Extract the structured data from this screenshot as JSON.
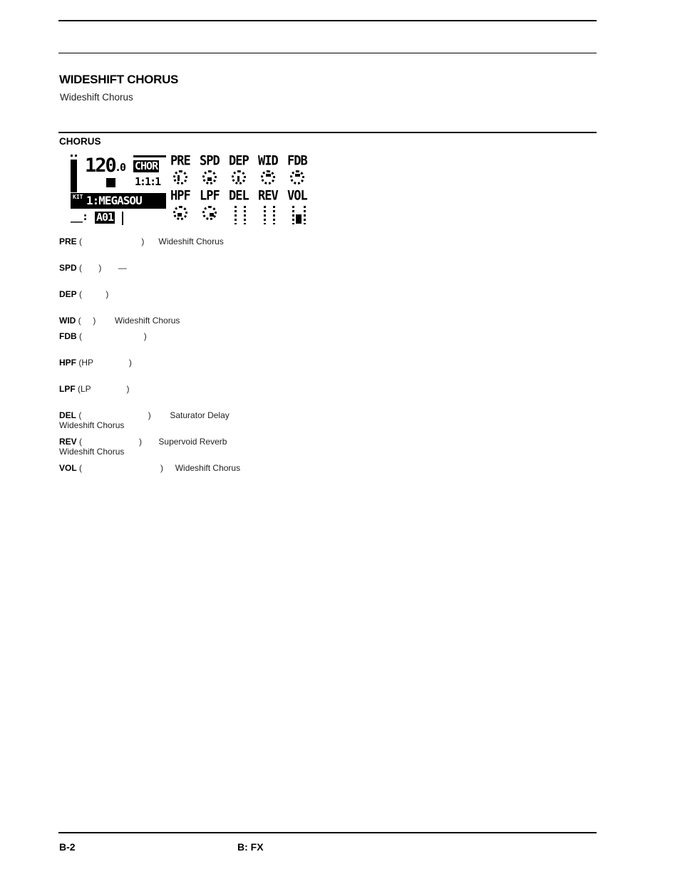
{
  "header": {
    "title": "WIDESHIFT CHORUS",
    "subtitle": "Wideshift Chorus"
  },
  "section": {
    "heading": "CHORUS"
  },
  "lcd": {
    "tempo_int": "120",
    "tempo_dec": ".0",
    "effect_name": "CHOR",
    "position": "1:1:1",
    "kit_prefix": "KIT",
    "kit_name": "1:MEGASOU",
    "pattern_prefix": "__:",
    "pattern": "A01",
    "top_row_labels": [
      "PRE",
      "SPD",
      "DEP",
      "WID",
      "FDB"
    ],
    "bottom_row_labels": [
      "HPF",
      "LPF",
      "DEL",
      "REV",
      "VOL"
    ]
  },
  "params": [
    {
      "name": "PRE",
      "open": " (",
      "close": ")",
      "gap": "                         ",
      "tail": "      Wideshift Chorus",
      "line2": ""
    },
    {
      "name": "SPD",
      "open": " (",
      "close": ")",
      "gap": "       ",
      "tail": "       —",
      "line2": ""
    },
    {
      "name": "DEP",
      "open": " (",
      "close": ")",
      "gap": "          ",
      "tail": "",
      "line2": ""
    },
    {
      "name": "WID",
      "open": " (",
      "close": ")",
      "gap": "     ",
      "tail": "        Wideshift Chorus",
      "line2": ""
    },
    {
      "name": "FDB",
      "open": " (",
      "close": ")",
      "gap": "                          ",
      "tail": "",
      "line2": ""
    },
    {
      "name": "HPF",
      "open": " (HP",
      "close": ")",
      "gap": "               ",
      "tail": "",
      "line2": ""
    },
    {
      "name": "LPF",
      "open": " (LP",
      "close": ")",
      "gap": "               ",
      "tail": "",
      "line2": ""
    },
    {
      "name": "DEL",
      "open": " (",
      "close": ")",
      "gap": "                            ",
      "tail": "        Saturator Delay",
      "line2": "Wideshift Chorus"
    },
    {
      "name": "REV",
      "open": " (",
      "close": ")",
      "gap": "                        ",
      "tail": "       Supervoid Reverb",
      "line2": "Wideshift Chorus"
    },
    {
      "name": "VOL",
      "open": " (",
      "close": ")",
      "gap": "                                 ",
      "tail": "     Wideshift Chorus",
      "line2": ""
    }
  ],
  "footer": {
    "page_number": "B-2",
    "chapter": "B: FX"
  }
}
